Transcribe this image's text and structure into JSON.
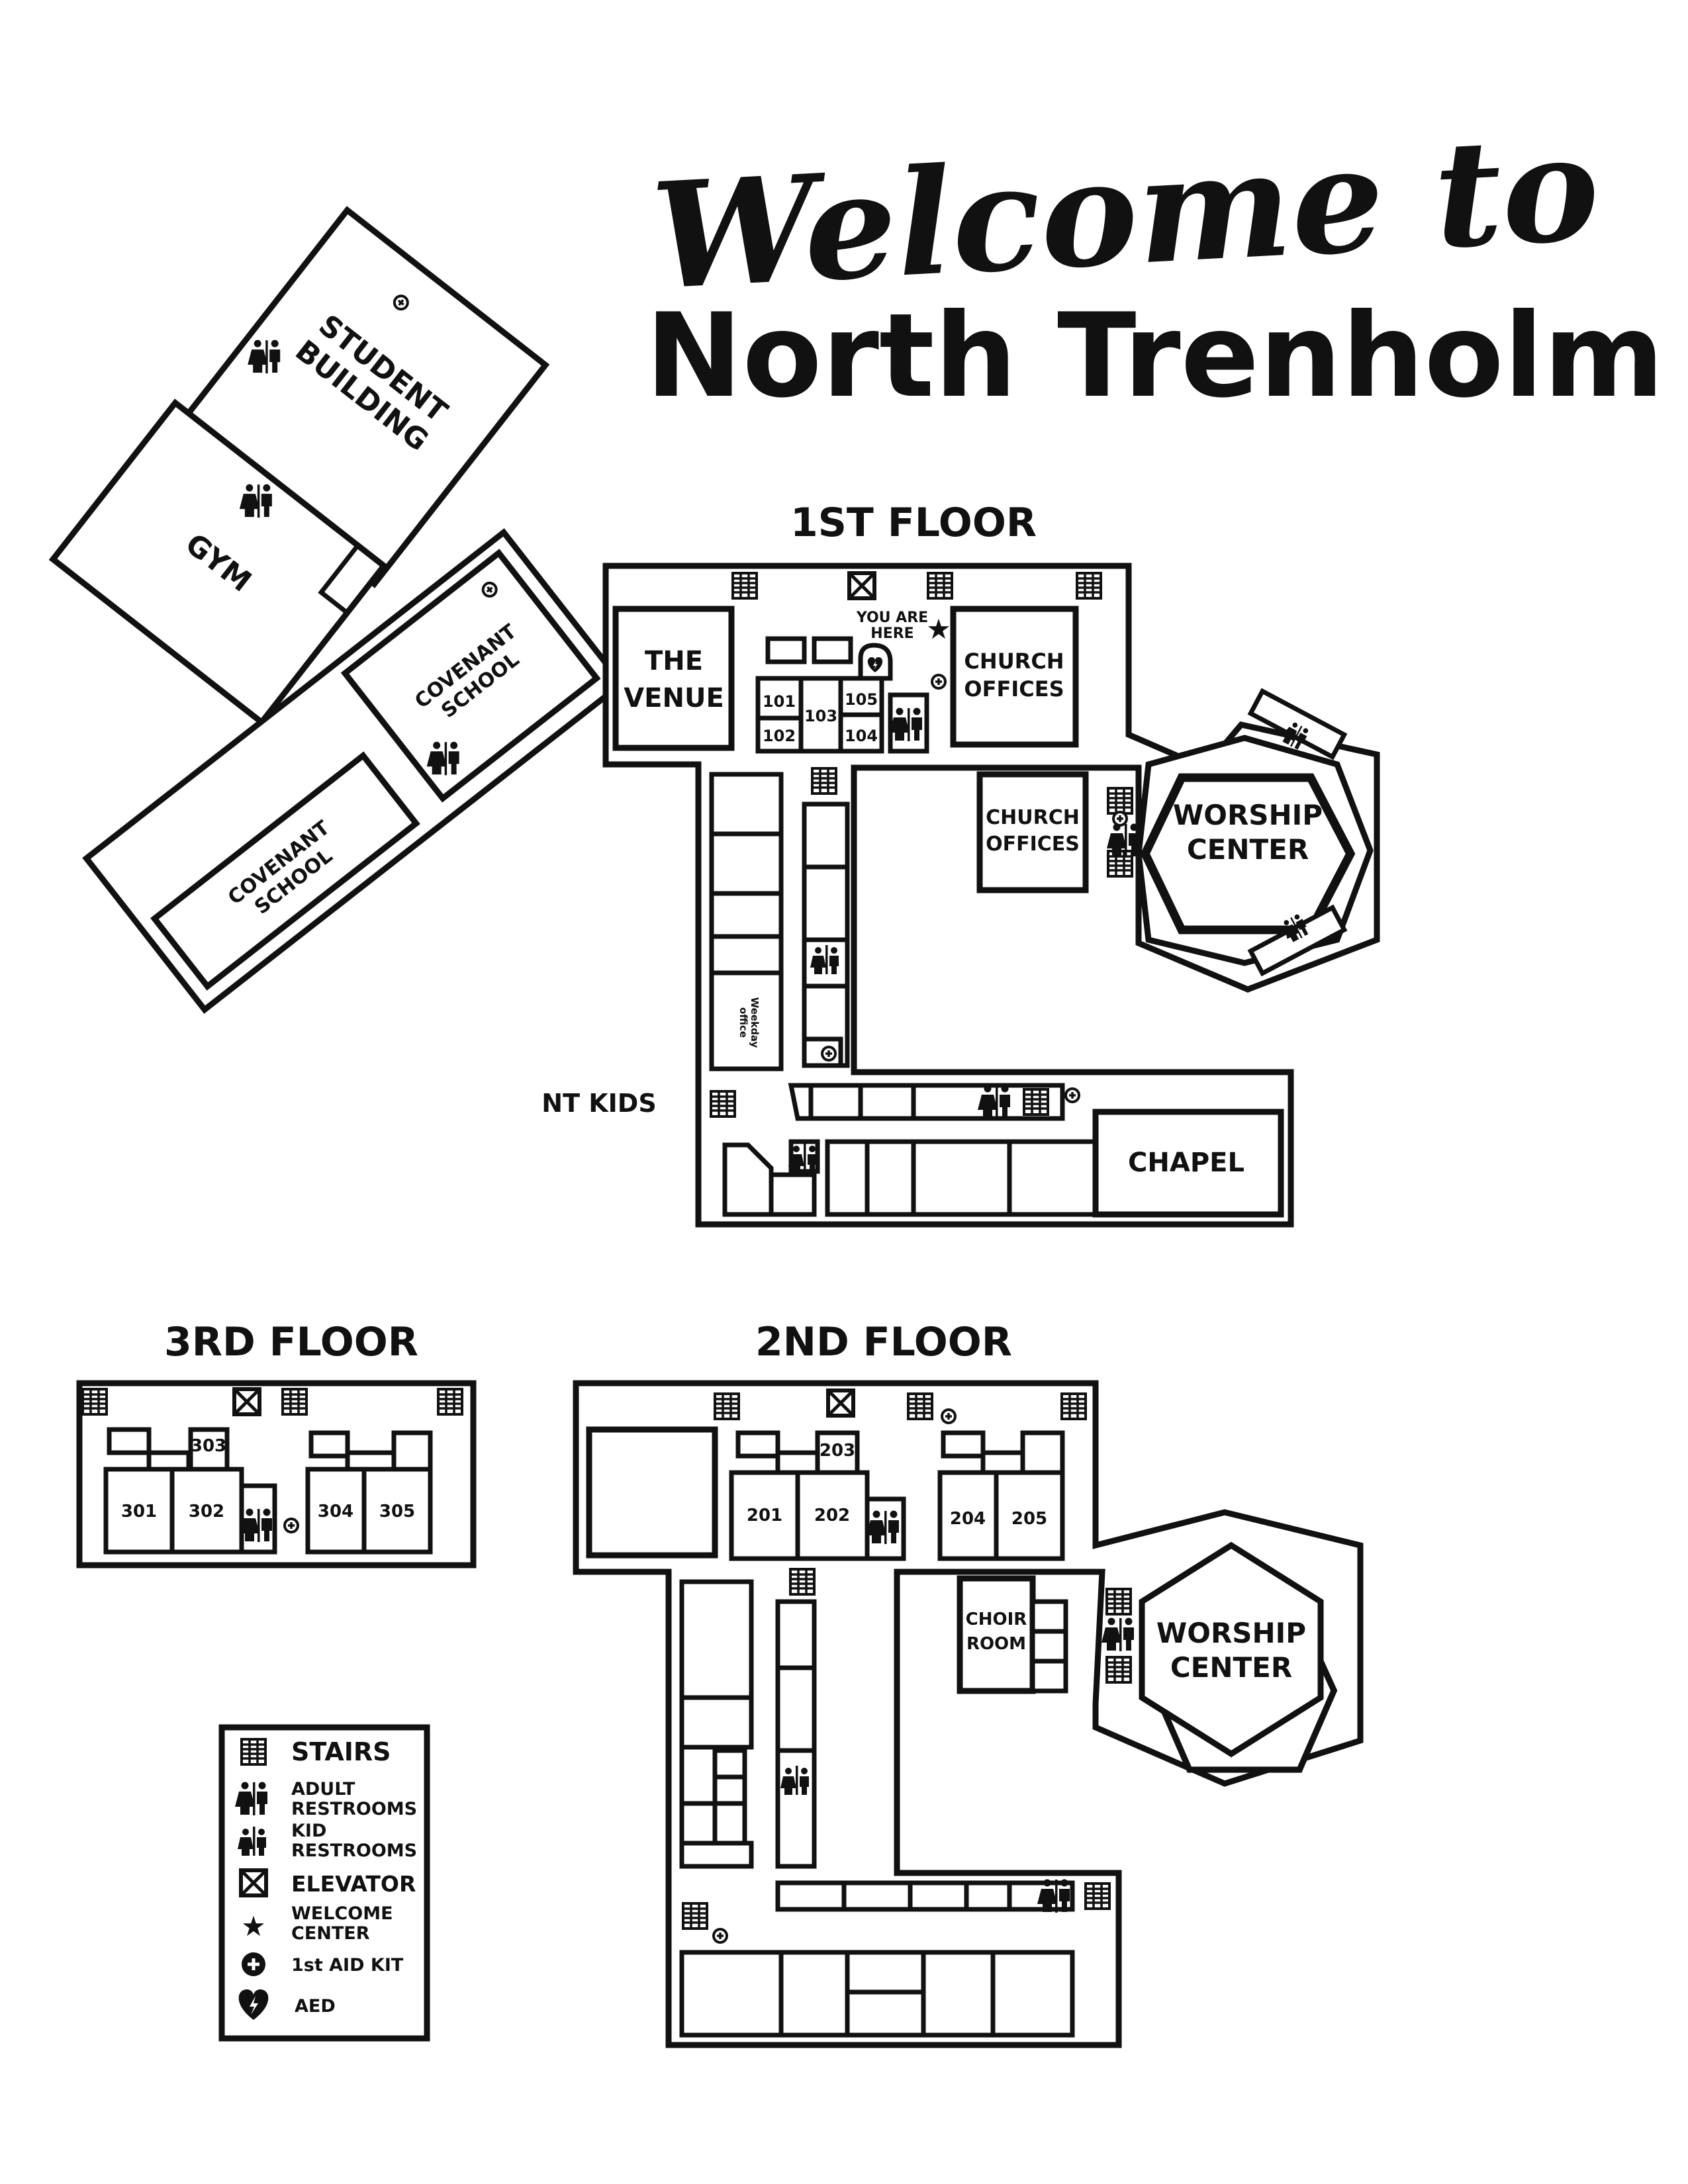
{
  "header": {
    "script_title": "Welcome to",
    "title": "North Trenholm"
  },
  "floors": {
    "first": "1ST FLOOR",
    "second": "2ND FLOOR",
    "third": "3RD FLOOR"
  },
  "campus": {
    "student_building": [
      "STUDENT",
      "BUILDING"
    ],
    "gym": "GYM",
    "covenant_school_upper": [
      "COVENANT",
      "SCHOOL"
    ],
    "covenant_school_lower": [
      "COVENANT",
      "SCHOOL"
    ]
  },
  "first_floor": {
    "venue": [
      "THE",
      "VENUE"
    ],
    "church_offices_top": [
      "CHURCH",
      "OFFICES"
    ],
    "church_offices_mid": [
      "CHURCH",
      "OFFICES"
    ],
    "worship_center": [
      "WORSHIP",
      "CENTER"
    ],
    "you_are_here": [
      "YOU ARE",
      "HERE"
    ],
    "rooms": [
      "101",
      "102",
      "103",
      "105",
      "104"
    ],
    "weekday_office": [
      "Weekday",
      "office"
    ],
    "nt_kids": "NT KIDS",
    "chapel": "CHAPEL"
  },
  "second_floor": {
    "rooms": [
      "203",
      "201",
      "202",
      "204",
      "205"
    ],
    "choir_room": [
      "CHOIR",
      "ROOM"
    ],
    "worship_center": [
      "WORSHIP",
      "CENTER"
    ]
  },
  "third_floor": {
    "rooms": [
      "303",
      "301",
      "302",
      "304",
      "305"
    ]
  },
  "legend": {
    "stairs": "STAIRS",
    "adult_restrooms": [
      "ADULT",
      "RESTROOMS"
    ],
    "kid_restrooms": [
      "KID",
      "RESTROOMS"
    ],
    "elevator": "ELEVATOR",
    "welcome_center": [
      "WELCOME",
      "CENTER"
    ],
    "first_aid": "1st AID KIT",
    "aed": "AED"
  },
  "icons": [
    "stairs-icon",
    "adult-restroom-icon",
    "kid-restroom-icon",
    "elevator-icon",
    "star-icon",
    "first-aid-icon",
    "aed-icon"
  ]
}
